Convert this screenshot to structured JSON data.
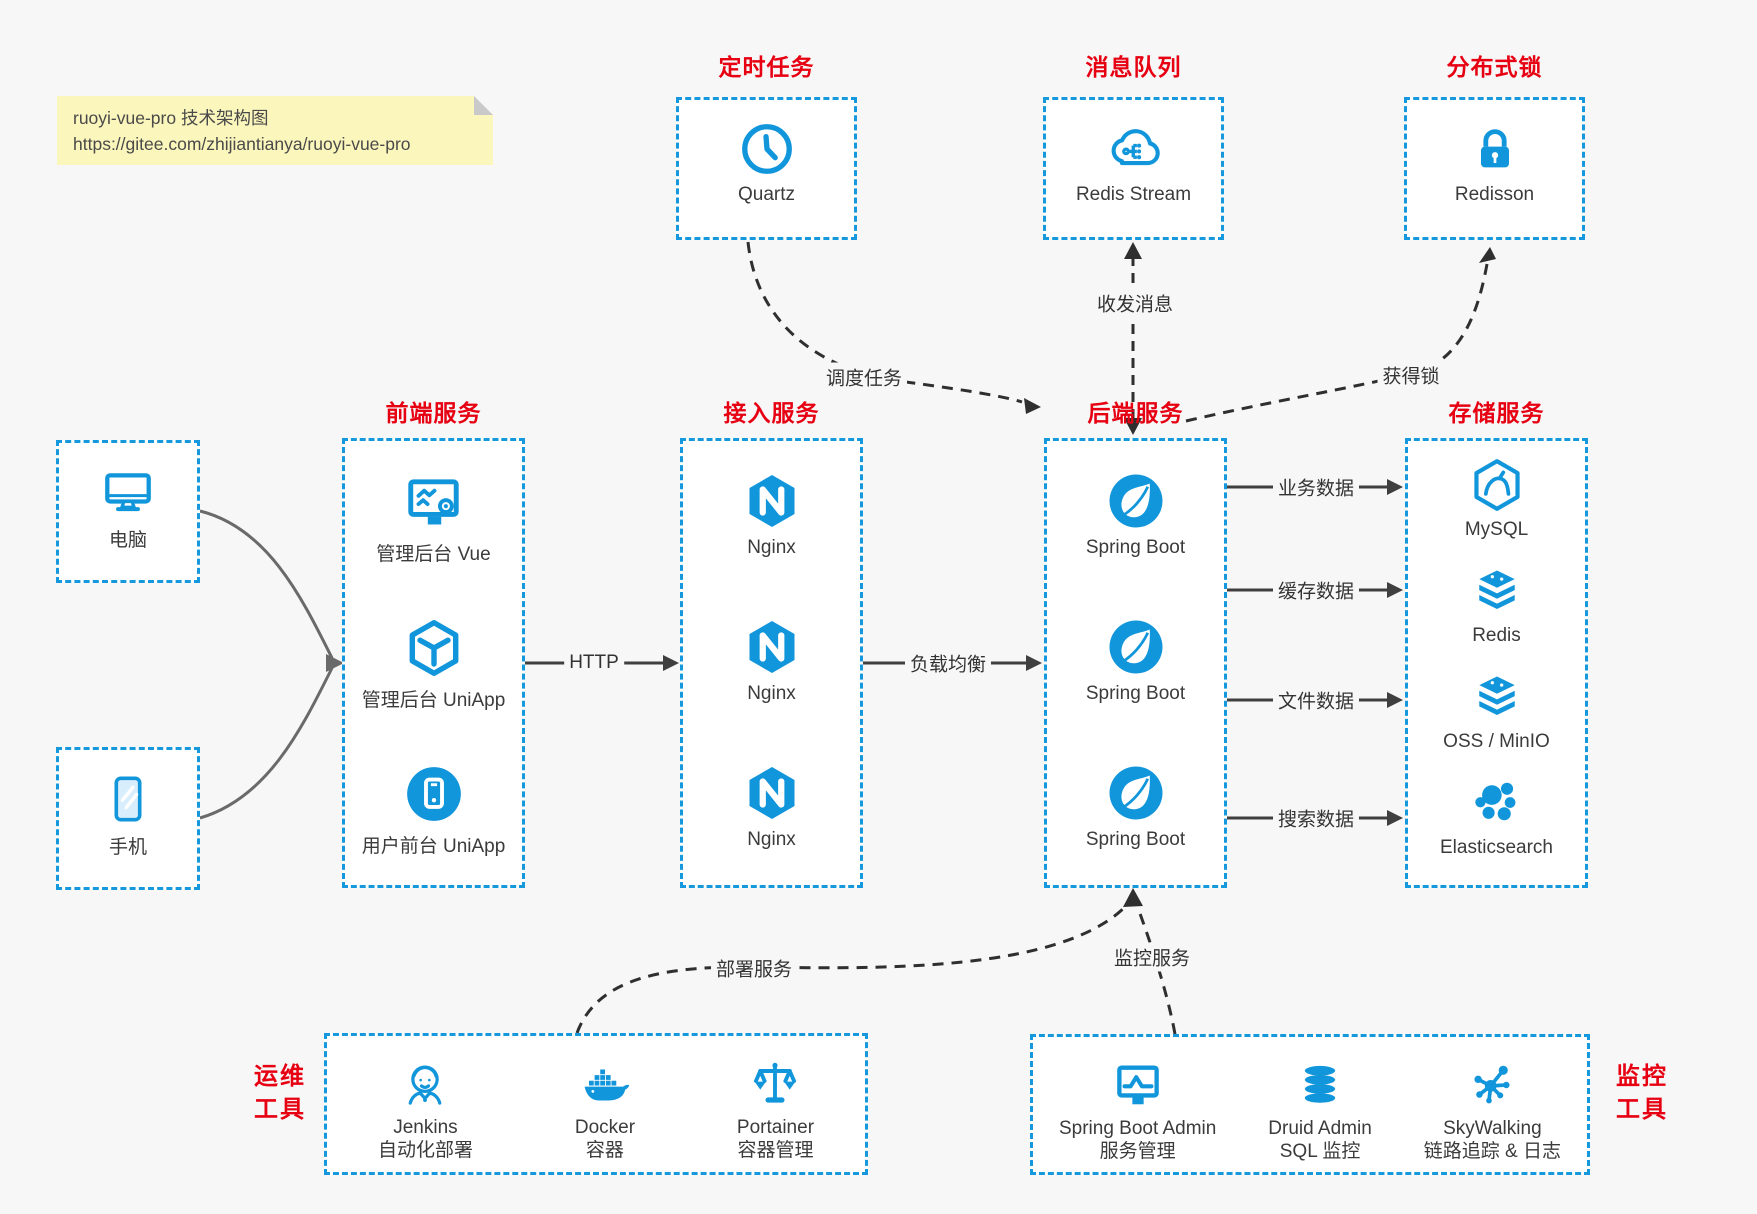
{
  "note": {
    "line1": "ruoyi-vue-pro 技术架构图",
    "line2": "https://gitee.com/zhijiantianya/ruoyi-vue-pro"
  },
  "top_services": [
    {
      "title": "定时任务",
      "item": {
        "icon": "clock-icon",
        "label": "Quartz"
      }
    },
    {
      "title": "消息队列",
      "item": {
        "icon": "cloud-stream-icon",
        "label": "Redis Stream"
      }
    },
    {
      "title": "分布式锁",
      "item": {
        "icon": "lock-icon",
        "label": "Redisson"
      }
    }
  ],
  "clients": [
    {
      "icon": "desktop-icon",
      "label": "电脑"
    },
    {
      "icon": "smartphone-icon",
      "label": "手机"
    }
  ],
  "columns": [
    {
      "title": "前端服务",
      "items": [
        {
          "icon": "admin-vue-icon",
          "label": "管理后台 Vue"
        },
        {
          "icon": "uniapp-cube-icon",
          "label": "管理后台 UniApp"
        },
        {
          "icon": "phone-circle-icon",
          "label": "用户前台 UniApp"
        }
      ]
    },
    {
      "title": "接入服务",
      "items": [
        {
          "icon": "nginx-icon",
          "label": "Nginx"
        },
        {
          "icon": "nginx-icon",
          "label": "Nginx"
        },
        {
          "icon": "nginx-icon",
          "label": "Nginx"
        }
      ]
    },
    {
      "title": "后端服务",
      "items": [
        {
          "icon": "spring-boot-icon",
          "label": "Spring Boot"
        },
        {
          "icon": "spring-boot-icon",
          "label": "Spring Boot"
        },
        {
          "icon": "spring-boot-icon",
          "label": "Spring Boot"
        }
      ]
    },
    {
      "title": "存储服务",
      "items": [
        {
          "icon": "mysql-icon",
          "label": "MySQL"
        },
        {
          "icon": "redis-icon",
          "label": "Redis"
        },
        {
          "icon": "oss-icon",
          "label": "OSS / MinIO"
        },
        {
          "icon": "elasticsearch-icon",
          "label": "Elasticsearch"
        }
      ]
    }
  ],
  "ops_tools": {
    "title_line1": "运维",
    "title_line2": "工具",
    "items": [
      {
        "icon": "jenkins-icon",
        "name": "Jenkins",
        "desc": "自动化部署"
      },
      {
        "icon": "docker-icon",
        "name": "Docker",
        "desc": "容器"
      },
      {
        "icon": "portainer-icon",
        "name": "Portainer",
        "desc": "容器管理"
      }
    ]
  },
  "monitor_tools": {
    "title_line1": "监控",
    "title_line2": "工具",
    "items": [
      {
        "icon": "spring-boot-admin-icon",
        "name": "Spring Boot Admin",
        "desc": "服务管理"
      },
      {
        "icon": "druid-icon",
        "name": "Druid Admin",
        "desc": "SQL 监控"
      },
      {
        "icon": "skywalking-icon",
        "name": "SkyWalking",
        "desc": "链路追踪 & 日志"
      }
    ]
  },
  "edges": {
    "http": "HTTP",
    "load_balance": "负载均衡",
    "business_data": "业务数据",
    "cache_data": "缓存数据",
    "file_data": "文件数据",
    "search_data": "搜索数据",
    "schedule_task": "调度任务",
    "send_receive_message": "收发消息",
    "acquire_lock": "获得锁",
    "deploy_service": "部署服务",
    "monitor_service": "监控服务"
  },
  "colors": {
    "accent_blue": "#1296db",
    "title_red": "#e60012",
    "solid_line": "#3f3f3f",
    "client_line": "#6a6a6a",
    "dashed_line": "#2f2f2f",
    "note_bg": "#fbf6bb"
  }
}
